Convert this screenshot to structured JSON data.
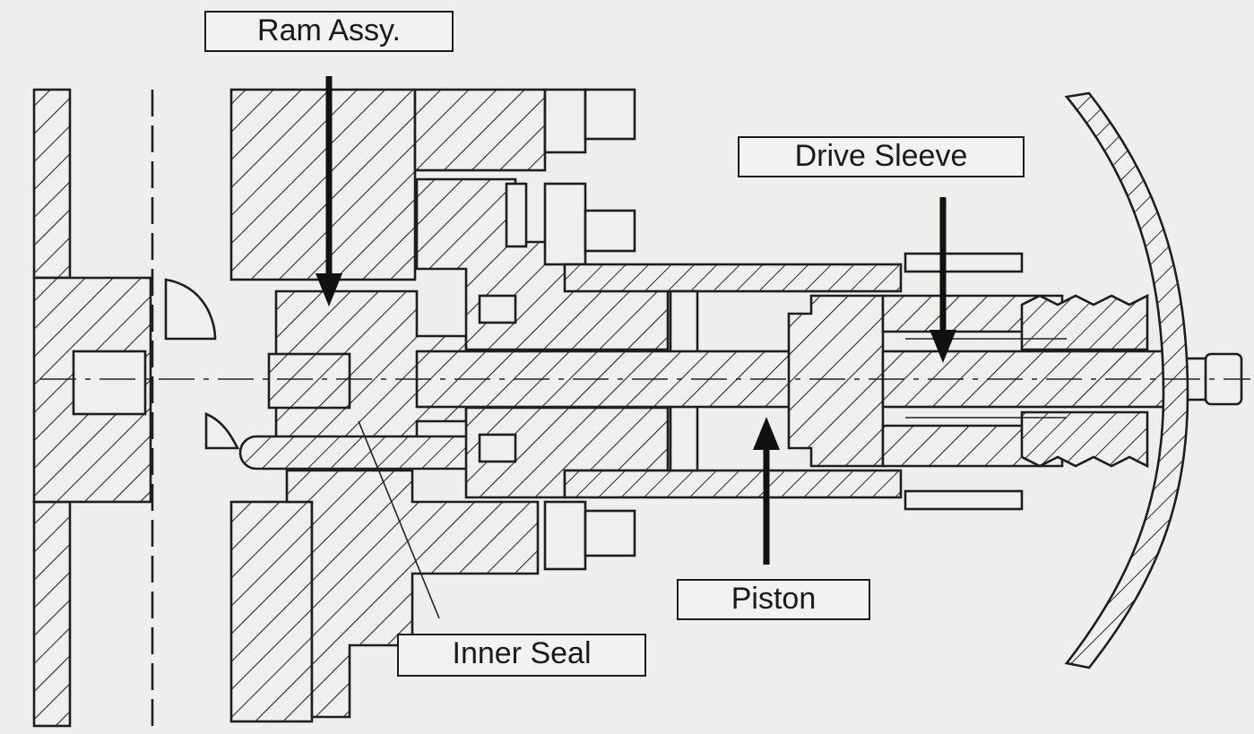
{
  "labels": {
    "ram_assy": "Ram Assy.",
    "drive_sleeve": "Drive Sleeve",
    "piston": "Piston",
    "inner_seal": "Inner Seal"
  },
  "colors": {
    "background": "#eeeeec",
    "ink": "#1e1e1e"
  }
}
